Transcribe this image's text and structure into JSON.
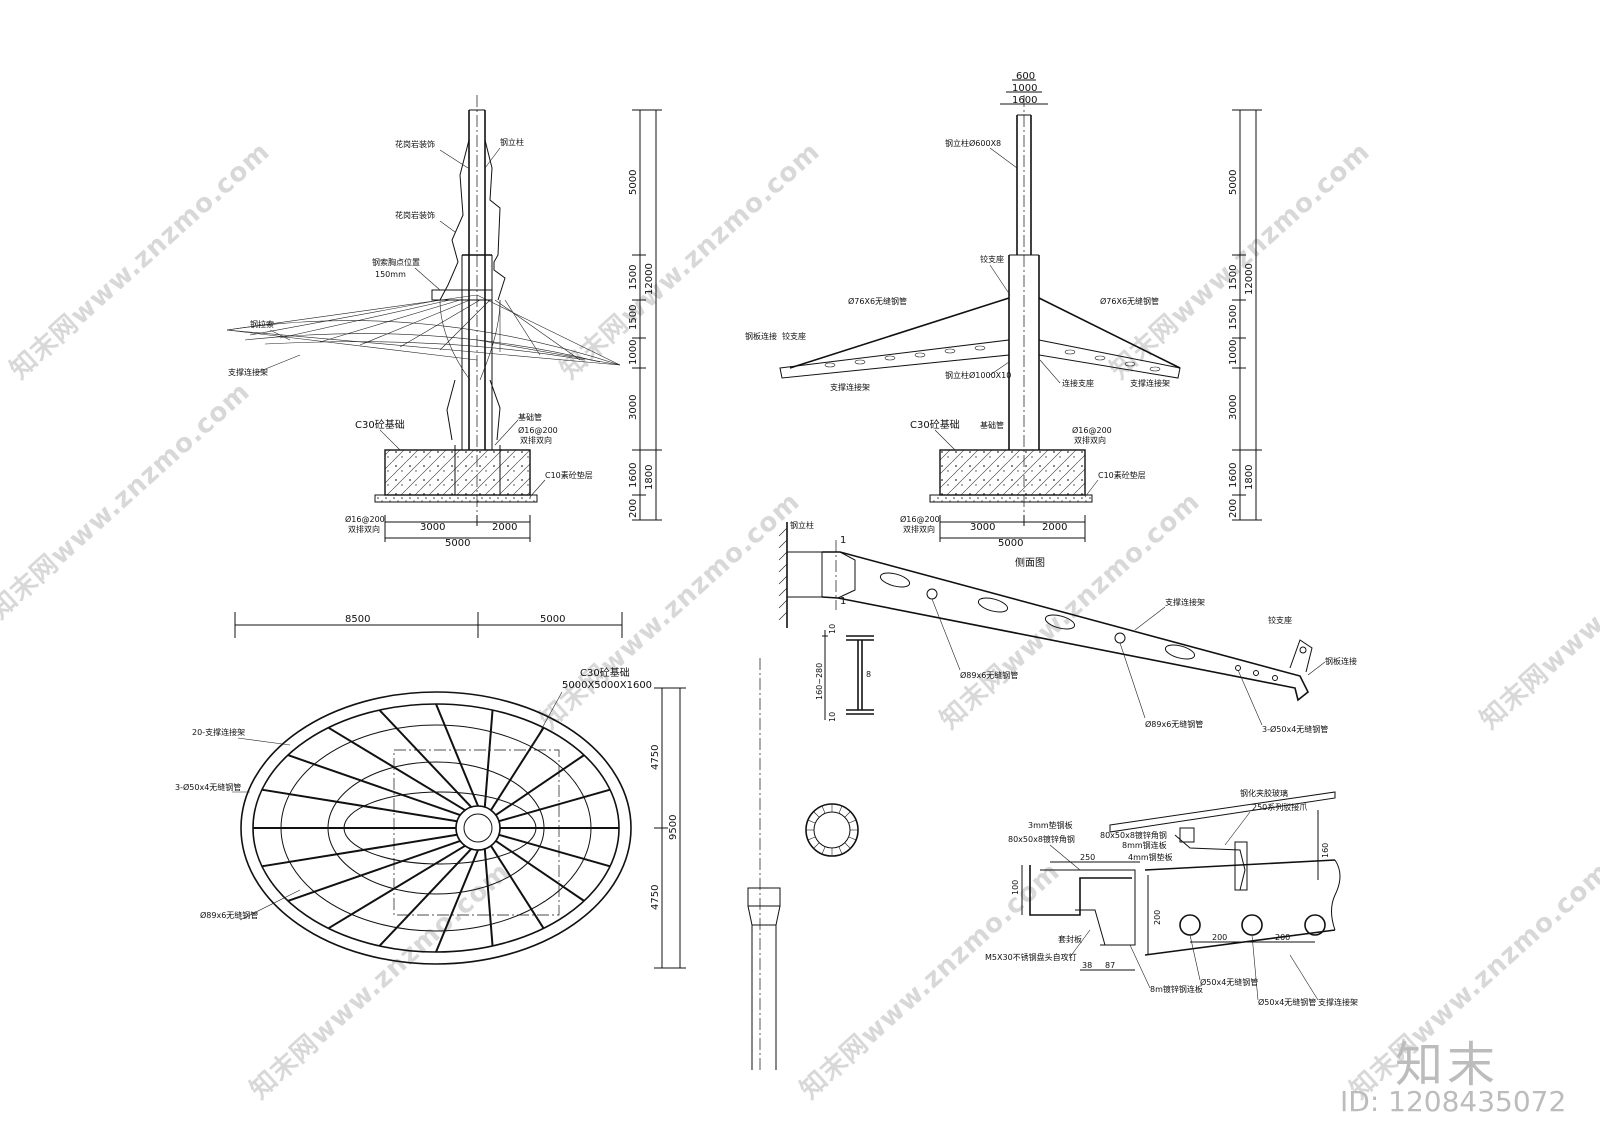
{
  "watermark": {
    "text": "知末网www.znzmo.com",
    "logo": "知末",
    "id": "ID: 1208435072"
  },
  "elev1": {
    "labels": {
      "deco1": "花岗岩装饰",
      "column": "钢立柱",
      "deco2": "花岗岩装饰",
      "anchor": "钢索胸点位置",
      "anchor_dim": "150mm",
      "cable": "钢拉索",
      "frame": "支撑连接架",
      "base": "C30砼基础",
      "pipe": "基础管",
      "rebar": "Ø16@200",
      "rebar_note": "双排双向",
      "cushion": "C10素砼垫层",
      "rebar2": "Ø16@200",
      "rebar2_note": "双排双向"
    },
    "dims_bottom": [
      "3000",
      "2000",
      "5000"
    ],
    "dims_right": [
      "5000",
      "1500",
      "1500",
      "1000",
      "3000",
      "1600",
      "200",
      "12000",
      "1800"
    ]
  },
  "elev2": {
    "top_dims": [
      "600",
      "1000",
      "1600"
    ],
    "labels": {
      "column_top": "钢立柱Ø600X8",
      "hinge_top": "铰支座",
      "pipe_l": "Ø76X6无缝钢管",
      "pipe_r": "Ø76X6无缝钢管",
      "beam": "钢板连接",
      "hinge_l": "铰支座",
      "frame_l": "支撑连接架",
      "column_base": "钢立柱Ø1000X10",
      "conn": "连接支座",
      "frame_r": "支撑连接架",
      "base": "C30砼基础",
      "pipe": "基础管",
      "rebar": "Ø16@200",
      "rebar_note": "双排双向",
      "cushion": "C10素砼垫层",
      "rebar2": "Ø16@200",
      "rebar2_note": "双排双向"
    },
    "dims_bottom": [
      "3000",
      "2000",
      "5000"
    ],
    "dims_right": [
      "5000",
      "1500",
      "1500",
      "1000",
      "3000",
      "1600",
      "200",
      "12000",
      "1800"
    ]
  },
  "plan": {
    "dims_top": [
      "8500",
      "5000"
    ],
    "dims_right": [
      "4750",
      "4750",
      "9500"
    ],
    "labels": {
      "base": "C30砼基础",
      "base_size": "5000X5000X1600",
      "frames": "20-支撑连接架",
      "ring": "3-Ø50x4无缝钢管",
      "pipe": "Ø89x6无缝钢管"
    }
  },
  "side": {
    "title": "侧面图",
    "section_mark": "1",
    "labels": {
      "column": "钢立柱",
      "frame": "支撑连接架",
      "hinge": "铰支座",
      "plate": "钢板连接",
      "pipe1": "Ø89x6无缝钢管",
      "pipe2": "Ø89x6无缝钢管",
      "pipe3": "3-Ø50x4无缝钢管"
    },
    "section_dims": [
      "10",
      "160~280",
      "8",
      "10"
    ]
  },
  "detail": {
    "labels": {
      "glass": "钢化夹胶玻璃",
      "spider": "250系列驳接爪",
      "plate3": "3mm垫钢板",
      "angle1": "80x50x8镀锌角钢",
      "angle2": "80x50x8镀锌角钢",
      "plate8": "8mm钢连板",
      "plate4": "4mm钢垫板",
      "bolt_sleeve": "套封板",
      "bolt": "M5X30不锈钢盘头自攻钉",
      "plate8b": "8m镀锌钢连板",
      "pipe_a": "Ø50x4无缝钢管",
      "pipe_b": "Ø50x4无缝钢管",
      "frame": "支撑连接架"
    },
    "dims": [
      "250",
      "100",
      "200",
      "38",
      "87",
      "200",
      "200",
      "160"
    ]
  }
}
